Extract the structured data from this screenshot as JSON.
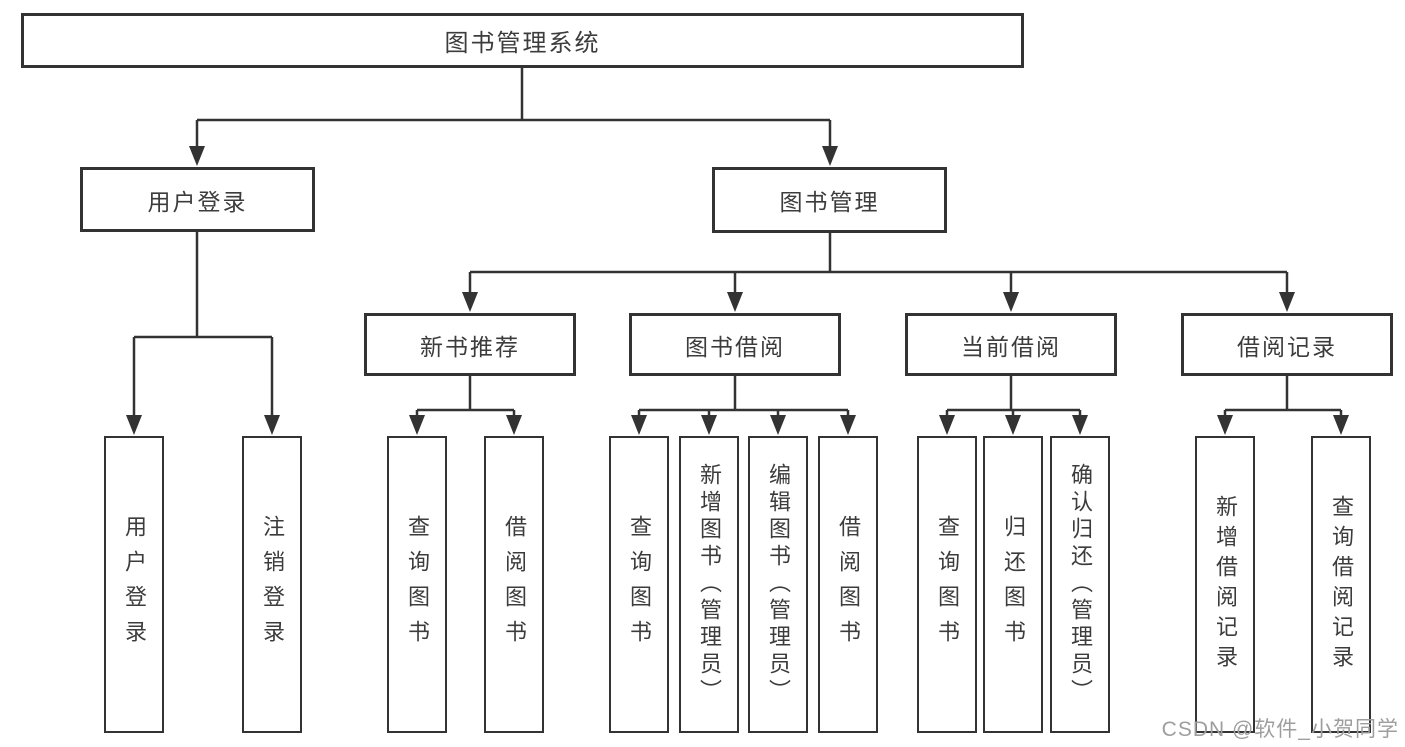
{
  "watermark": {
    "text": "CSDN @软件_小贺同学",
    "color": "#9e9e9e"
  },
  "colors": {
    "line": "#333333",
    "border": "#333333",
    "text": "#3c3c3c",
    "background": "#ffffff"
  },
  "diagram": {
    "root": {
      "label": "图书管理系统"
    },
    "branches": [
      {
        "label": "用户登录",
        "leaves": [
          "用户登录",
          "注销登录"
        ]
      },
      {
        "label": "图书管理",
        "children": [
          {
            "label": "新书推荐",
            "leaves": [
              "查询图书",
              "借阅图书"
            ]
          },
          {
            "label": "图书借阅",
            "leaves": [
              "查询图书",
              "新增图书（管理员）",
              "编辑图书（管理员）",
              "借阅图书"
            ]
          },
          {
            "label": "当前借阅",
            "leaves": [
              "查询图书",
              "归还图书",
              "确认归还（管理员）"
            ]
          },
          {
            "label": "借阅记录",
            "leaves": [
              "新增借阅记录",
              "查询借阅记录"
            ]
          }
        ]
      }
    ]
  }
}
